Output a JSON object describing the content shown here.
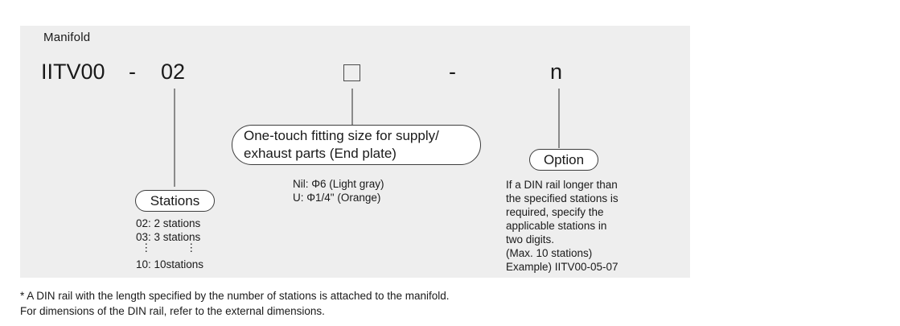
{
  "panel": {
    "header_label": "Manifold",
    "background_color": "#eeeeee"
  },
  "part_number": {
    "model": "IITV00",
    "dash1": "-",
    "stations_code": "02",
    "fitting_code_placeholder": "□",
    "dash2": "-",
    "option_code": "n"
  },
  "callouts": {
    "fitting": {
      "title": "One-touch fitting size for supply/\nexhaust parts (End plate)",
      "options": "Nil: Φ6 (Light gray)\nU: Φ1/4\" (Orange)"
    },
    "stations": {
      "title": "Stations",
      "rows": [
        "02: 2 stations",
        "03: 3 stations"
      ],
      "ellipsis": "⋮",
      "last_row": "10: 10stations"
    },
    "option": {
      "title": "Option",
      "body": "If a DIN rail longer than\nthe specified stations is\nrequired, specify the\napplicable stations in\ntwo digits.\n(Max. 10 stations)\nExample) IITV00-05-07"
    }
  },
  "footnote": {
    "text": "* A DIN rail with the length specified by the number of stations is attached to the manifold.\n  For dimensions of the DIN rail, refer to the external dimensions."
  }
}
